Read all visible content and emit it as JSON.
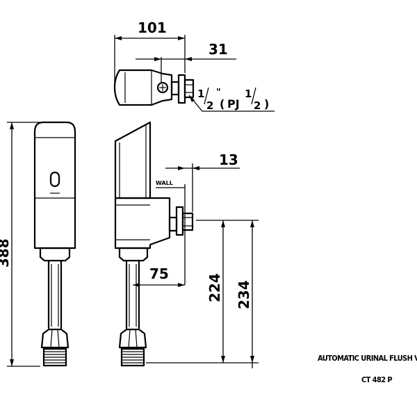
{
  "dimensions": {
    "d101": "101",
    "d31": "31",
    "d13": "13",
    "d75": "75",
    "d224": "224",
    "d234": "234",
    "d388": "388"
  },
  "thread_label": {
    "half_one": "1",
    "half_two": "2",
    "inch_mark": "\"",
    "open_paren": "(",
    "pj": "PJ",
    "close_paren": ")"
  },
  "wall_label": "WALL",
  "caption": {
    "title": "AUTOMATIC URINAL FLUSH VALVE",
    "model": "CT 482 P"
  }
}
